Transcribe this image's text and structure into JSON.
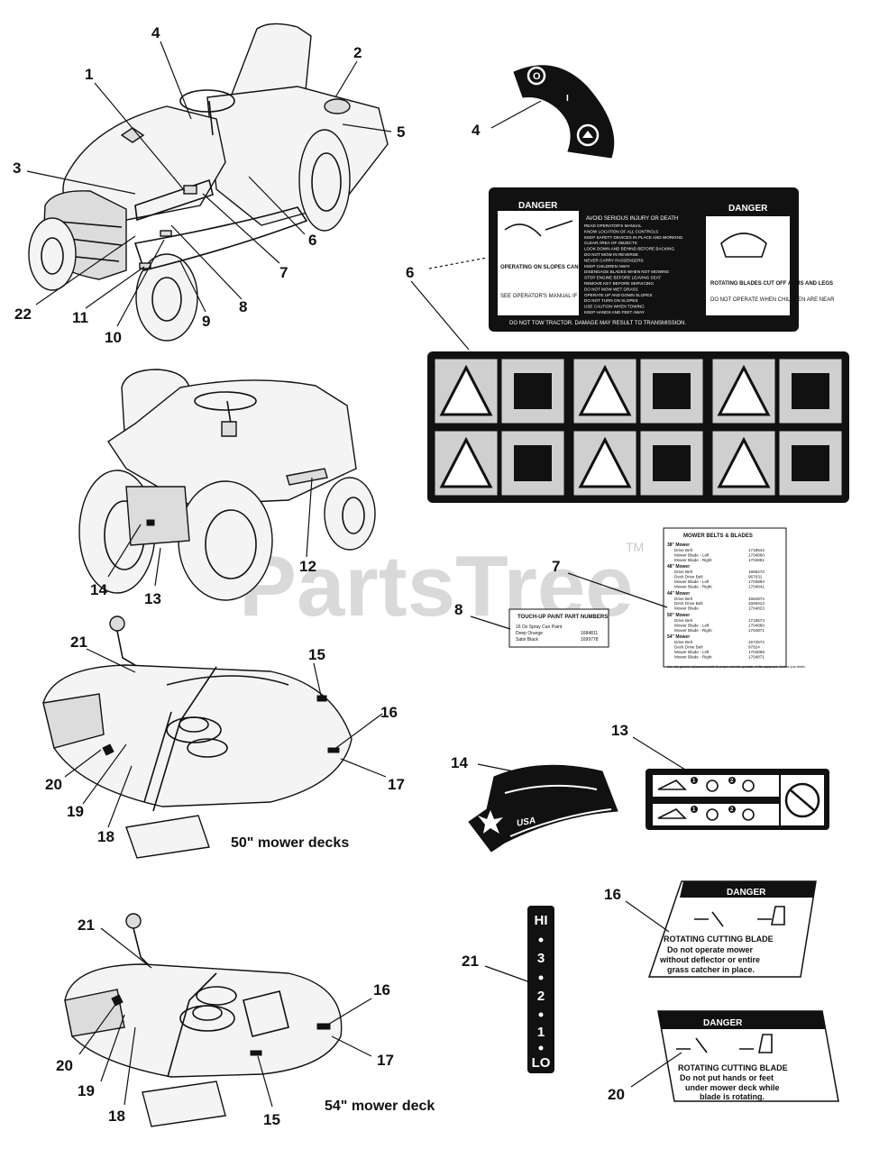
{
  "diagram": {
    "captions": {
      "deck50": "50\" mower decks",
      "deck54": "54\" mower deck"
    },
    "watermark": "PartsTree",
    "watermark_tm": "TM",
    "callouts": [
      {
        "id": "c1",
        "text": "1"
      },
      {
        "id": "c2",
        "text": "2"
      },
      {
        "id": "c3",
        "text": "3"
      },
      {
        "id": "c4a",
        "text": "4"
      },
      {
        "id": "c4b",
        "text": "4"
      },
      {
        "id": "c5",
        "text": "5"
      },
      {
        "id": "c6a",
        "text": "6"
      },
      {
        "id": "c6b",
        "text": "6"
      },
      {
        "id": "c7a",
        "text": "7"
      },
      {
        "id": "c7b",
        "text": "7"
      },
      {
        "id": "c8a",
        "text": "8"
      },
      {
        "id": "c8b",
        "text": "8"
      },
      {
        "id": "c9",
        "text": "9"
      },
      {
        "id": "c10",
        "text": "10"
      },
      {
        "id": "c11",
        "text": "11"
      },
      {
        "id": "c12",
        "text": "12"
      },
      {
        "id": "c13a",
        "text": "13"
      },
      {
        "id": "c13b",
        "text": "13"
      },
      {
        "id": "c14a",
        "text": "14"
      },
      {
        "id": "c14b",
        "text": "14"
      },
      {
        "id": "c15a",
        "text": "15"
      },
      {
        "id": "c15b",
        "text": "15"
      },
      {
        "id": "c16a",
        "text": "16"
      },
      {
        "id": "c16b",
        "text": "16"
      },
      {
        "id": "c16c",
        "text": "16"
      },
      {
        "id": "c17a",
        "text": "17"
      },
      {
        "id": "c17b",
        "text": "17"
      },
      {
        "id": "c18a",
        "text": "18"
      },
      {
        "id": "c18b",
        "text": "18"
      },
      {
        "id": "c19a",
        "text": "19"
      },
      {
        "id": "c19b",
        "text": "19"
      },
      {
        "id": "c20a",
        "text": "20"
      },
      {
        "id": "c20b",
        "text": "20"
      },
      {
        "id": "c20c",
        "text": "20"
      },
      {
        "id": "c21a",
        "text": "21"
      },
      {
        "id": "c21b",
        "text": "21"
      },
      {
        "id": "c21c",
        "text": "21"
      },
      {
        "id": "c22",
        "text": "22"
      }
    ],
    "decals": {
      "ignition": {
        "off": "O",
        "on": "I"
      },
      "danger_large": {
        "header_left": "DANGER",
        "header_right": "DANGER",
        "slopes": "OPERATING ON SLOPES CAN BE DANGEROUS",
        "rotating": "ROTATING BLADES CUT OFF ARMS AND LEGS",
        "left_small": "SEE OPERATOR'S MANUAL IF YOU CANNOT BACK UP A HILL OR HILL DO NOT DO IT.",
        "right_small": "DO NOT OPERATE WHEN CHILDREN ARE NEAR",
        "middle_title": "AVOID SERIOUS INJURY OR DEATH",
        "middle_lines": [
          "READ OPERATOR'S MANUAL",
          "KNOW LOCATION OF ALL CONTROLS",
          "KEEP SAFETY DEVICES IN PLACE AND WORKING",
          "CLEAR AREA OF OBJECTS",
          "LOOK DOWN AND BEHIND BEFORE BACKING",
          "DO NOT MOW IN REVERSE",
          "NEVER CARRY PASSENGERS",
          "KEEP CHILDREN AWAY",
          "DISENGAGE BLADES WHEN NOT MOWING",
          "STOP ENGINE BEFORE LEAVING SEAT",
          "REMOVE KEY BEFORE SERVICING",
          "DO NOT MOW WET GRASS",
          "OPERATE UP AND DOWN SLOPES",
          "DO NOT TURN ON SLOPES",
          "USE CAUTION WHEN TOWING",
          "KEEP HANDS AND FEET AWAY"
        ],
        "footer": "DO NOT TOW TRACTOR. DAMAGE MAY RESULT TO TRANSMISSION."
      },
      "belts": {
        "title": "MOWER BELTS & BLADES",
        "groups": [
          {
            "head": "38\" Mower",
            "rows": [
              [
                "Drive Belt",
                "1718544"
              ],
              [
                "Mower Blade - Left",
                "1704860"
              ],
              [
                "Mower Blade - Right",
                "1704861"
              ]
            ]
          },
          {
            "head": "48\" Mower",
            "rows": [
              [
                "Drive Belt",
                "1666472"
              ],
              [
                "Deck Drive Belt",
                "967031"
              ],
              [
                "Mower Blade - Left",
                "1703894"
              ],
              [
                "Mower Blade - Right",
                "1704841"
              ]
            ]
          },
          {
            "head": "44\" Mower",
            "rows": [
              [
                "Drive Belt",
                "1664972"
              ],
              [
                "Deck Drive Belt",
                "1665914"
              ],
              [
                "Mower Blade",
                "1704823"
              ]
            ]
          },
          {
            "head": "50\" Mower",
            "rows": [
              [
                "Drive Belt",
                "1718574"
              ],
              [
                "Mower Blade - Left",
                "1704860"
              ],
              [
                "Mower Blade - Right",
                "1704871"
              ]
            ]
          },
          {
            "head": "54\" Mower",
            "rows": [
              [
                "Drive Belt",
                "1672572"
              ],
              [
                "Deck Drive Belt",
                "97824"
              ],
              [
                "Mower Blade - Left",
                "1704869"
              ],
              [
                "Mower Blade - Right",
                "1704871"
              ]
            ]
          }
        ],
        "footer": "Use only genuine replacement parts for proper and safe operation of this equipment. Contact your dealer."
      },
      "touchup": {
        "title": "TOUCH-UP PAINT PART NUMBERS",
        "rows": [
          [
            "16 Oz Spray Can Paint",
            ""
          ],
          [
            "Deep Orange",
            "1684811"
          ],
          [
            "Satin Black",
            "1699778"
          ]
        ]
      },
      "usa": "USA",
      "danger_16": {
        "head": "DANGER",
        "line1": "ROTATING CUTTING BLADE",
        "line2": "Do not operate mower",
        "line3": "without deflector or entire",
        "line4": "grass catcher in place."
      },
      "danger_20": {
        "head": "DANGER",
        "line1": "ROTATING CUTTING BLADE",
        "line2": "Do not put hands or feet",
        "line3": "under mower deck while",
        "line4": "blade is rotating."
      },
      "height_scale": [
        "HI",
        "3",
        "2",
        "1",
        "LO"
      ],
      "pictogram_13": {
        "markers": [
          "1",
          "2",
          "1",
          "2"
        ]
      }
    }
  }
}
